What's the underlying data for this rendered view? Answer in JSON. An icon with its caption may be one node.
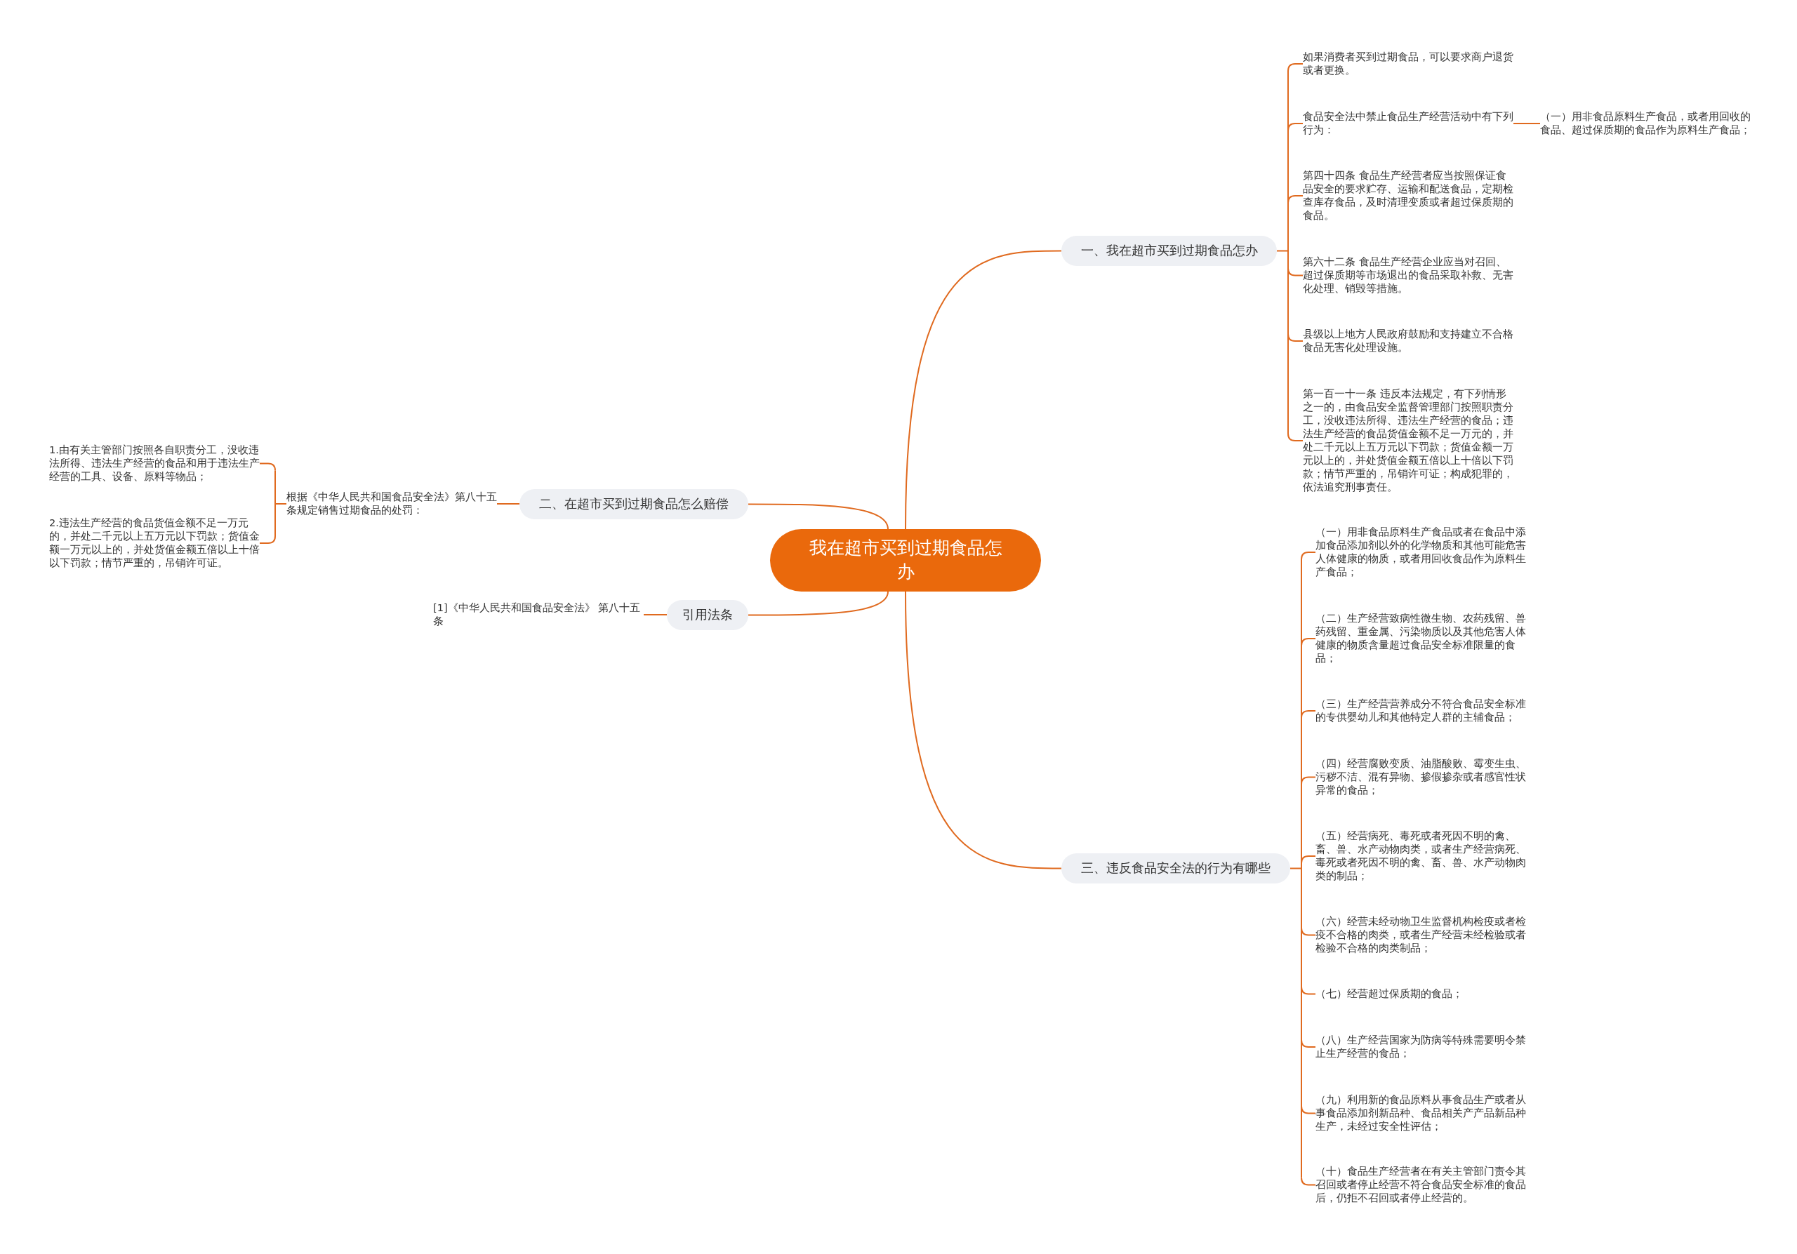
{
  "diagram": {
    "nodes": [
      {
        "text": [
          "我在超市买到过期食品怎办"
        ]
      },
      {
        "text": [
          "一、我在超市买到过期食品怎办"
        ]
      },
      {
        "text": [
          "如果消费者买到过期食品，可以要求商户退货或者更换。"
        ]
      },
      {
        "text": [
          "食品安全法中禁止食品生产经营活动中有下列行为："
        ]
      },
      {
        "text": [
          "（一）用非食品原料生产食品，或者用回收的食品、超过保质期的食品作为原料生产食品；"
        ]
      },
      {
        "text": [
          "第四十四条 食品生产经营者应当按照保证食品安全的要求贮存、运输和配送食品，定期检查库存食品，及时清理变质或者超过保质期的食品。"
        ]
      },
      {
        "text": [
          "第六十二条 食品生产经营企业应当对召回、超过保质期等市场退出的食品采取补救、无害化处理、销毁等措施。"
        ]
      },
      {
        "text": [
          "县级以上地方人民政府鼓励和支持建立不合格食品无害化处理设施。"
        ]
      },
      {
        "text": [
          "第一百一十一条 违反本法规定，有下列情形之一的，由食品安全监督管理部门按照职责分工，没收违法所得、违法生产经营的食品；违法生产经营的食品货值金额不足一万元的，并处二千元以上五万元以下罚款；货值金额一万元以上的，并处货值金额五倍以上十倍以下罚款；情节严重的，吊销许可证；构成犯罪的，依法追究刑事责任。"
        ]
      },
      {
        "text": [
          "二、在超市买到过期食品怎么赔偿"
        ]
      },
      {
        "text": [
          "根据《中华人民共和国食品安全法》第八十五条规定销售过期食品的处罚："
        ]
      },
      {
        "text": [
          "1.由有关主管部门按照各自职责分工，没收违法所得、违法生产经营的食品和用于违法生产经营的工具、设备、原料等物品；"
        ]
      },
      {
        "text": [
          "2.违法生产经营的食品货值金额不足一万元的，并处二千元以上五万元以下罚款；货值金额一万元以上的，并处货值金额五倍以上十倍以下罚款；情节严重的，吊销许可证。"
        ]
      },
      {
        "text": [
          "引用法条"
        ]
      },
      {
        "text": [
          "[1]《中华人民共和国食品安全法》 第八十五条"
        ]
      },
      {
        "text": [
          "三、违反食品安全法的行为有哪些"
        ]
      },
      {
        "text": [
          "（一）用非食品原料生产食品或者在食品中添加食品添加剂以外的化学物质和其他可能危害人体健康的物质，或者用回收食品作为原料生产食品；"
        ]
      },
      {
        "text": [
          "（二）生产经营致病性微生物、农药残留、兽药残留、重金属、污染物质以及其他危害人体健康的物质含量超过食品安全标准限量的食品；"
        ]
      },
      {
        "text": [
          "（三）生产经营营养成分不符合食品安全标准的专供婴幼儿和其他特定人群的主辅食品；"
        ]
      },
      {
        "text": [
          "（四）经营腐败变质、油脂酸败、霉变生虫、污秽不洁、混有异物、掺假掺杂或者感官性状异常的食品；"
        ]
      },
      {
        "text": [
          "（五）经营病死、毒死或者死因不明的禽、畜、兽、水产动物肉类，或者生产经营病死、毒死或者死因不明的禽、畜、兽、水产动物肉类的制品；"
        ]
      },
      {
        "text": [
          "（六）经营未经动物卫生监督机构检疫或者检疫不合格的肉类，或者生产经营未经检验或者检验不合格的肉类制品；"
        ]
      },
      {
        "text": [
          "（七）经营超过保质期的食品；"
        ]
      },
      {
        "text": [
          "（八）生产经营国家为防病等特殊需要明令禁止生产经营的食品；"
        ]
      },
      {
        "text": [
          "（九）利用新的食品原料从事食品生产或者从事食品添加剂新品种、食品相关产产品新品种生产，未经过安全性评估；"
        ]
      },
      {
        "text": [
          "（十）食品生产经营者在有关主管部门责令其召回或者停止经营不符合食品安全标准的食品后，仍拒不召回或者停止经营的。"
        ]
      }
    ],
    "edges": [
      {
        "from": 0,
        "to": 1,
        "arrow": "none"
      },
      {
        "from": 1,
        "to": 2,
        "arrow": "none"
      },
      {
        "from": 1,
        "to": 3,
        "arrow": "none"
      },
      {
        "from": 3,
        "to": 4,
        "arrow": "none"
      },
      {
        "from": 1,
        "to": 5,
        "arrow": "none"
      },
      {
        "from": 1,
        "to": 6,
        "arrow": "none"
      },
      {
        "from": 1,
        "to": 7,
        "arrow": "none"
      },
      {
        "from": 1,
        "to": 8,
        "arrow": "none"
      },
      {
        "from": 0,
        "to": 9,
        "arrow": "none"
      },
      {
        "from": 9,
        "to": 10,
        "arrow": "none"
      },
      {
        "from": 10,
        "to": 11,
        "arrow": "none"
      },
      {
        "from": 10,
        "to": 12,
        "arrow": "none"
      },
      {
        "from": 0,
        "to": 13,
        "arrow": "none"
      },
      {
        "from": 13,
        "to": 14,
        "arrow": "none"
      },
      {
        "from": 0,
        "to": 15,
        "arrow": "none"
      },
      {
        "from": 15,
        "to": 16,
        "arrow": "none"
      },
      {
        "from": 15,
        "to": 17,
        "arrow": "none"
      },
      {
        "from": 15,
        "to": 18,
        "arrow": "none"
      },
      {
        "from": 15,
        "to": 19,
        "arrow": "none"
      },
      {
        "from": 15,
        "to": 20,
        "arrow": "none"
      },
      {
        "from": 15,
        "to": 21,
        "arrow": "none"
      },
      {
        "from": 15,
        "to": 22,
        "arrow": "none"
      },
      {
        "from": 15,
        "to": 23,
        "arrow": "none"
      },
      {
        "from": 15,
        "to": 24,
        "arrow": "none"
      },
      {
        "from": 15,
        "to": 25,
        "arrow": "none"
      }
    ]
  }
}
